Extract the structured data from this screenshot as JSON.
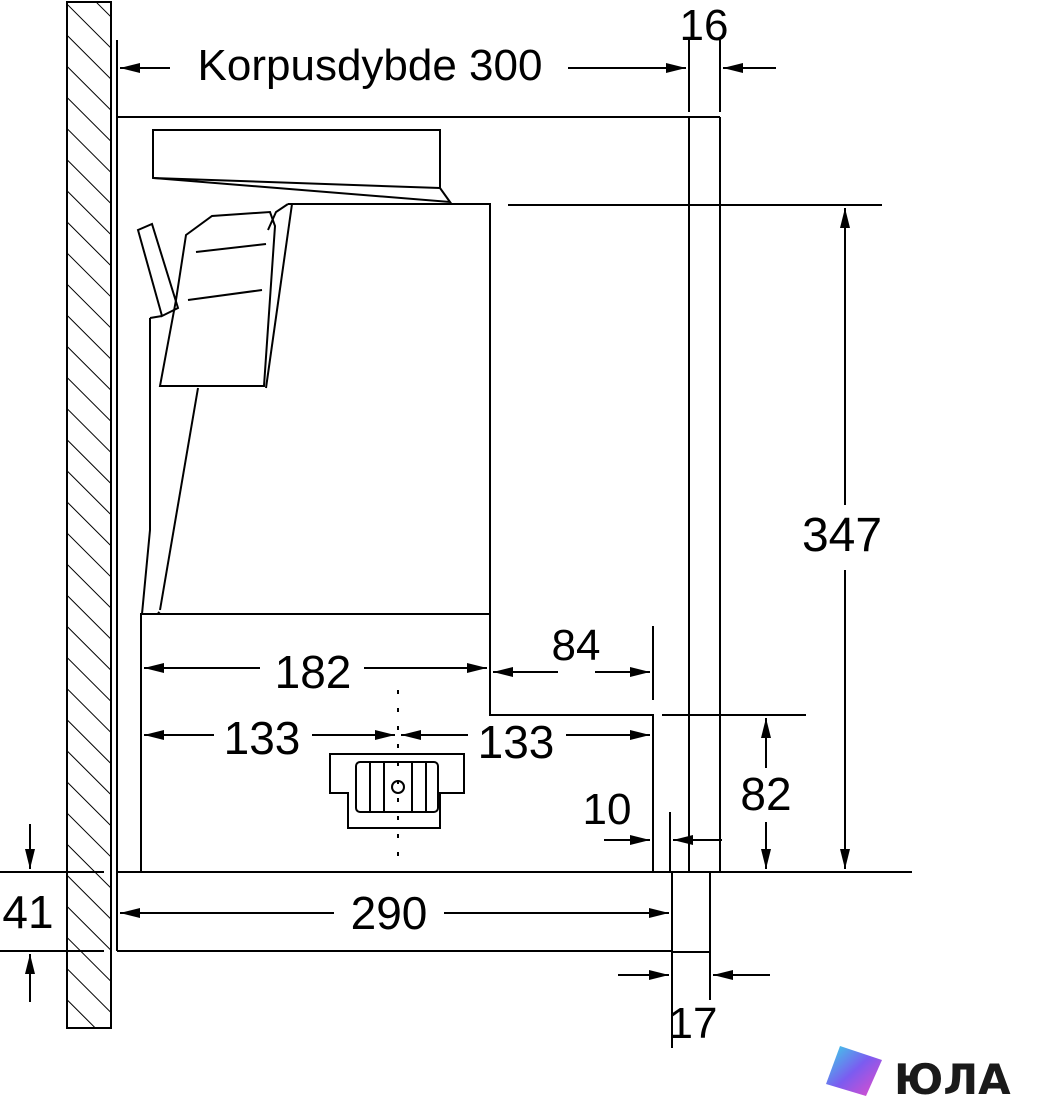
{
  "diagram": {
    "dimensions": {
      "korpusdybde": "Korpusdybde 300",
      "d16": "16",
      "d347": "347",
      "d84": "84",
      "d182": "182",
      "d133_left": "133",
      "d133_right": "133",
      "d82": "82",
      "d10": "10",
      "d41": "41",
      "d290": "290",
      "d17": "17"
    },
    "colors": {
      "line": "#000000",
      "background": "#ffffff",
      "logo_gradient": [
        "#39d7e8",
        "#7b5cf0",
        "#e94bc8"
      ]
    }
  },
  "watermark": {
    "text": "ЮЛА",
    "icon": "yula-logo-icon"
  }
}
